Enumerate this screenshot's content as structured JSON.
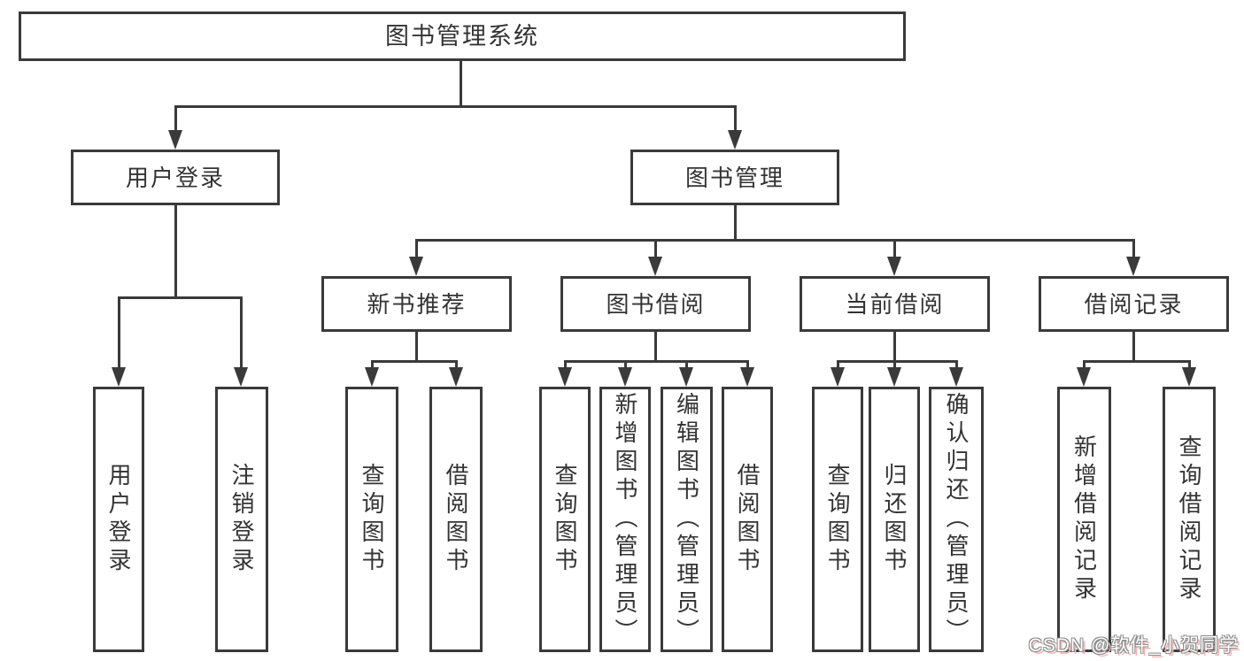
{
  "tree": {
    "root": "图书管理系统",
    "branches": [
      {
        "label": "用户登录",
        "children": [
          "用户登录",
          "注销登录"
        ]
      },
      {
        "label": "图书管理",
        "sections": [
          {
            "label": "新书推荐",
            "children": [
              "查询图书",
              "借阅图书"
            ]
          },
          {
            "label": "图书借阅",
            "children": [
              "查询图书",
              "新增图书（管理员）",
              "编辑图书（管理员）",
              "借阅图书"
            ]
          },
          {
            "label": "当前借阅",
            "children": [
              "查询图书",
              "归还图书",
              "确认归还（管理员）"
            ]
          },
          {
            "label": "借阅记录",
            "children": [
              "新增借阅记录",
              "查询借阅记录"
            ]
          }
        ]
      }
    ]
  },
  "watermark": {
    "text": "CSDN @软件_小贺同学"
  },
  "colors": {
    "line": "#3a3a3a",
    "text": "#333333",
    "background": "#ffffff",
    "watermark_shadow": "#f3b6b6"
  }
}
